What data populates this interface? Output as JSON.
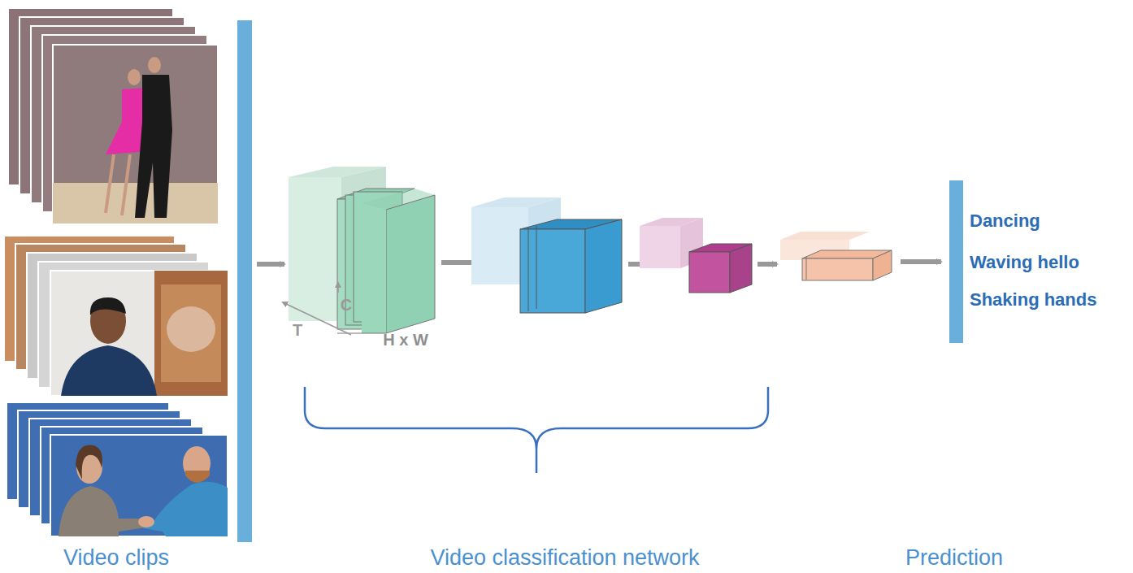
{
  "diagram": {
    "labels": [
      "T",
      "C",
      "H x W",
      "Dancing",
      "Waving hello",
      "Shaking hands",
      "Video clips",
      "Video classification network",
      "Prediction"
    ]
  }
}
